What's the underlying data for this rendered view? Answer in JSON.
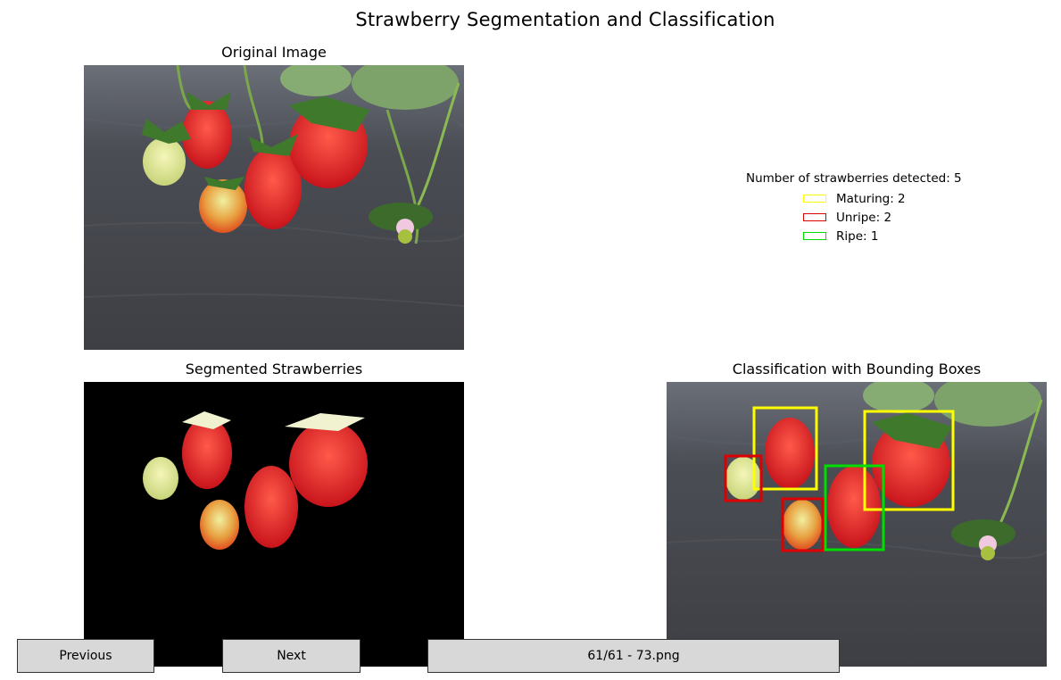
{
  "window": {
    "title": "Strawberry Segmentation and Classification"
  },
  "panels": {
    "original": {
      "title": "Original Image"
    },
    "segmented": {
      "title": "Segmented Strawberries"
    },
    "classification": {
      "title": "Classification with Bounding Boxes"
    }
  },
  "legend": {
    "summary": "Number of strawberries detected: 5",
    "entries": [
      {
        "label": "Maturing: 2",
        "color": "#ffff00"
      },
      {
        "label": "Unripe: 2",
        "color": "#dd0000"
      },
      {
        "label": "Ripe: 1",
        "color": "#00dd00"
      }
    ]
  },
  "navigation": {
    "previous_label": "Previous",
    "next_label": "Next",
    "status": "61/61 - 73.png"
  },
  "colors": {
    "maturing": "#ffff00",
    "unripe": "#dd0000",
    "ripe": "#00dd00",
    "button_bg": "#d8d8d8"
  }
}
